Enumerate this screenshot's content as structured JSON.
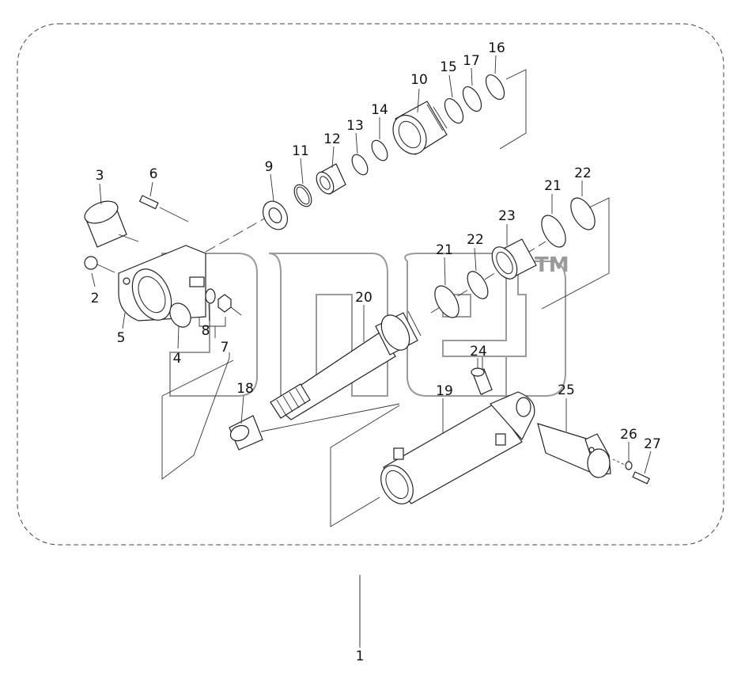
{
  "watermark": {
    "text": "TM"
  },
  "callouts": {
    "c1": "1",
    "c2": "2",
    "c3": "3",
    "c4": "4",
    "c5": "5",
    "c6": "6",
    "c7": "7",
    "c8": "8",
    "c9": "9",
    "c10": "10",
    "c11": "11",
    "c12": "12",
    "c13": "13",
    "c14": "14",
    "c15": "15",
    "c16": "16",
    "c17": "17",
    "c18": "18",
    "c19": "19",
    "c20": "20",
    "c21a": "21",
    "c21b": "21",
    "c22a": "22",
    "c22b": "22",
    "c23": "23",
    "c24": "24",
    "c25": "25",
    "c26": "26",
    "c27": "27"
  }
}
